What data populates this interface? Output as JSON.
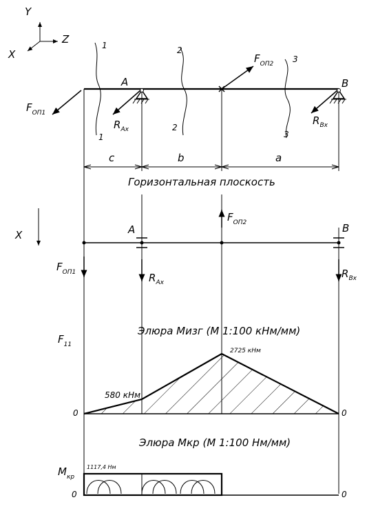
{
  "axes_top": {
    "y": "Y",
    "z": "Z",
    "x": "X"
  },
  "axis_side": {
    "x": "X"
  },
  "section_labels": {
    "s1": "1",
    "s1b": "1",
    "s2": "2",
    "s2b": "2",
    "s3": "3",
    "s3b": "3"
  },
  "forces": {
    "fop1_top_main": "F",
    "fop1_top_sub": "ОП1",
    "fop2_top_main": "F",
    "fop2_top_sub": "ОП2",
    "rax_top_main": "R",
    "rax_top_sub": "Ax",
    "rbx_top_main": "R",
    "rbx_top_sub": "Bx",
    "fop1_mid_main": "F",
    "fop1_mid_sub": "ОП1",
    "fop2_mid_main": "F",
    "fop2_mid_sub": "ОП2",
    "rax_mid_main": "R",
    "rax_mid_sub": "Ax",
    "rbx_mid_main": "R",
    "rbx_mid_sub": "Bx",
    "f11_main": "F",
    "f11_sub": "11",
    "mkp_main": "M",
    "mkp_sub": "кр"
  },
  "supports": {
    "a_top": "A",
    "b_top": "B",
    "a_mid": "A",
    "b_mid": "B"
  },
  "dimensions": {
    "c": "c",
    "b": "b",
    "a": "a"
  },
  "captions": {
    "horizontal_plane": "Горизонтальная плоскость",
    "bending_diagram": "Элюра Mизг (M 1:100 кHм/мм)",
    "torque_diagram": "Элюра Mкр (M 1:100 Hм/мм)"
  },
  "values": {
    "m_a": "580 кНм",
    "m_max": "2725 кНм",
    "m_torque": "1117,4 Нм",
    "zero_left_bend": "0",
    "zero_right_bend": "0",
    "zero_left_torque": "0",
    "zero_right_torque": "0"
  }
}
